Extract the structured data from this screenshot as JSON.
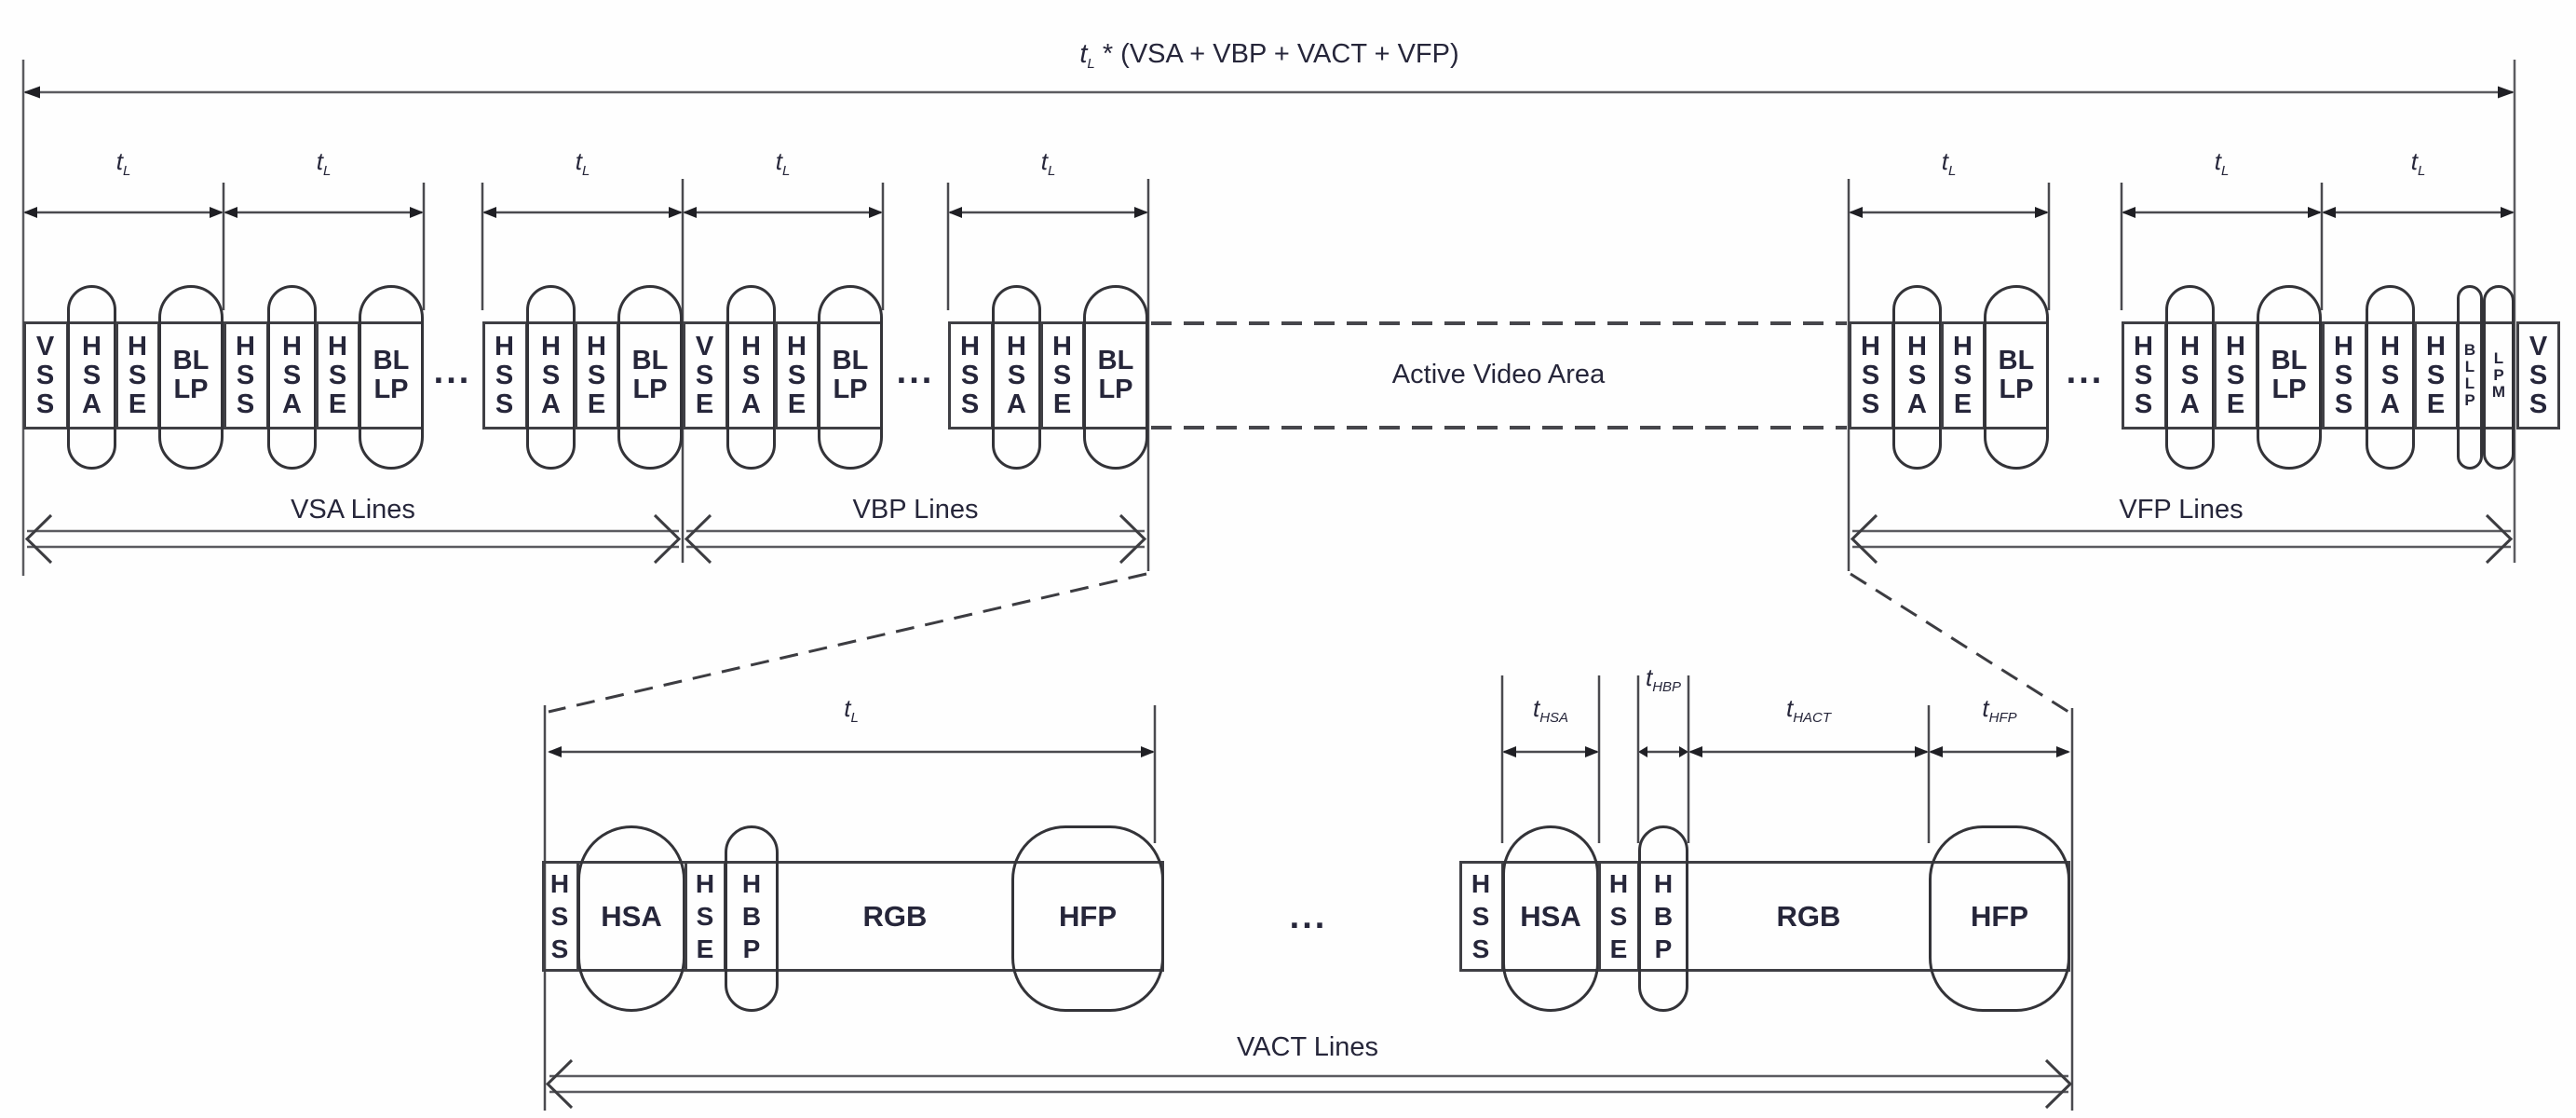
{
  "diagram": {
    "title": {
      "base": "t",
      "sub": "L",
      "rest": " * (VSA + VBP + VACT + VFP)"
    },
    "tl_label": {
      "base": "t",
      "sub": "L"
    },
    "ellipsis": "...",
    "active_area_label": "Active Video Area",
    "section_labels": {
      "vsa": "VSA Lines",
      "vbp": "VBP Lines",
      "vfp": "VFP Lines",
      "vact": "VACT Lines"
    },
    "dim_labels": {
      "hsa": {
        "base": "t",
        "sub": "HSA"
      },
      "hbp": {
        "base": "t",
        "sub": "HBP"
      },
      "hact": {
        "base": "t",
        "sub": "HACT"
      },
      "hfp": {
        "base": "t",
        "sub": "HFP"
      }
    },
    "top_row": {
      "groups": [
        {
          "id": "vsa-first",
          "packets": [
            {
              "label": "VSS",
              "shape": "rect",
              "stack": true
            },
            {
              "label": "HSA",
              "shape": "oval",
              "stack": true
            },
            {
              "label": "HSE",
              "shape": "rect",
              "stack": true
            },
            {
              "label": "BLLP",
              "shape": "oval",
              "lines": [
                "BL",
                "LP"
              ]
            }
          ]
        },
        {
          "id": "vsa-mid",
          "packets": [
            {
              "label": "HSS",
              "shape": "rect",
              "stack": true
            },
            {
              "label": "HSA",
              "shape": "oval",
              "stack": true
            },
            {
              "label": "HSE",
              "shape": "rect",
              "stack": true
            },
            {
              "label": "BLLP",
              "shape": "oval",
              "lines": [
                "BL",
                "LP"
              ]
            }
          ]
        },
        {
          "id": "vsa-last",
          "packets": [
            {
              "label": "HSS",
              "shape": "rect",
              "stack": true
            },
            {
              "label": "HSA",
              "shape": "oval",
              "stack": true
            },
            {
              "label": "HSE",
              "shape": "rect",
              "stack": true
            },
            {
              "label": "BLLP",
              "shape": "oval",
              "lines": [
                "BL",
                "LP"
              ]
            }
          ]
        },
        {
          "id": "vbp-first",
          "packets": [
            {
              "label": "VSE",
              "shape": "rect",
              "stack": true
            },
            {
              "label": "HSA",
              "shape": "oval",
              "stack": true
            },
            {
              "label": "HSE",
              "shape": "rect",
              "stack": true
            },
            {
              "label": "BLLP",
              "shape": "oval",
              "lines": [
                "BL",
                "LP"
              ]
            }
          ]
        },
        {
          "id": "vbp-last",
          "packets": [
            {
              "label": "HSS",
              "shape": "rect",
              "stack": true
            },
            {
              "label": "HSA",
              "shape": "oval",
              "stack": true
            },
            {
              "label": "HSE",
              "shape": "rect",
              "stack": true
            },
            {
              "label": "BLLP",
              "shape": "oval",
              "lines": [
                "BL",
                "LP"
              ]
            }
          ]
        },
        {
          "id": "vfp-first",
          "packets": [
            {
              "label": "HSS",
              "shape": "rect",
              "stack": true
            },
            {
              "label": "HSA",
              "shape": "oval",
              "stack": true
            },
            {
              "label": "HSE",
              "shape": "rect",
              "stack": true
            },
            {
              "label": "BLLP",
              "shape": "oval",
              "lines": [
                "BL",
                "LP"
              ]
            }
          ]
        },
        {
          "id": "vfp-mid",
          "packets": [
            {
              "label": "HSS",
              "shape": "rect",
              "stack": true
            },
            {
              "label": "HSA",
              "shape": "oval",
              "stack": true
            },
            {
              "label": "HSE",
              "shape": "rect",
              "stack": true
            },
            {
              "label": "BLLP",
              "shape": "oval",
              "lines": [
                "BL",
                "LP"
              ]
            }
          ]
        },
        {
          "id": "vfp-last",
          "packets": [
            {
              "label": "HSS",
              "shape": "rect",
              "stack": true
            },
            {
              "label": "HSA",
              "shape": "oval",
              "stack": true
            },
            {
              "label": "HSE",
              "shape": "rect",
              "stack": true
            },
            {
              "label": "BLLP",
              "shape": "oval-narrow",
              "stack": true
            },
            {
              "label": "LPM",
              "shape": "oval-narrow",
              "stack": true
            }
          ]
        }
      ],
      "trailing_packet": {
        "label": "VSS",
        "shape": "rect",
        "stack": true
      }
    },
    "bottom_row": {
      "groups": [
        {
          "id": "vact-line-first",
          "packets": [
            {
              "label": "HSS",
              "shape": "rect",
              "stack": true
            },
            {
              "label": "HSA",
              "shape": "oval",
              "stack": false
            },
            {
              "label": "HSE",
              "shape": "rect",
              "stack": true
            },
            {
              "label": "HBP",
              "shape": "oval-narrow",
              "stack": true
            },
            {
              "label": "RGB",
              "shape": "cell",
              "stack": false
            },
            {
              "label": "HFP",
              "shape": "oval-wide",
              "stack": false
            }
          ]
        },
        {
          "id": "vact-line-last",
          "packets": [
            {
              "label": "HSS",
              "shape": "rect",
              "stack": true
            },
            {
              "label": "HSA",
              "shape": "oval",
              "stack": false
            },
            {
              "label": "HSE",
              "shape": "rect",
              "stack": true
            },
            {
              "label": "HBP",
              "shape": "oval-narrow",
              "stack": true
            },
            {
              "label": "RGB",
              "shape": "cell",
              "stack": false
            },
            {
              "label": "HFP",
              "shape": "oval-wide",
              "stack": false
            }
          ]
        }
      ]
    }
  }
}
